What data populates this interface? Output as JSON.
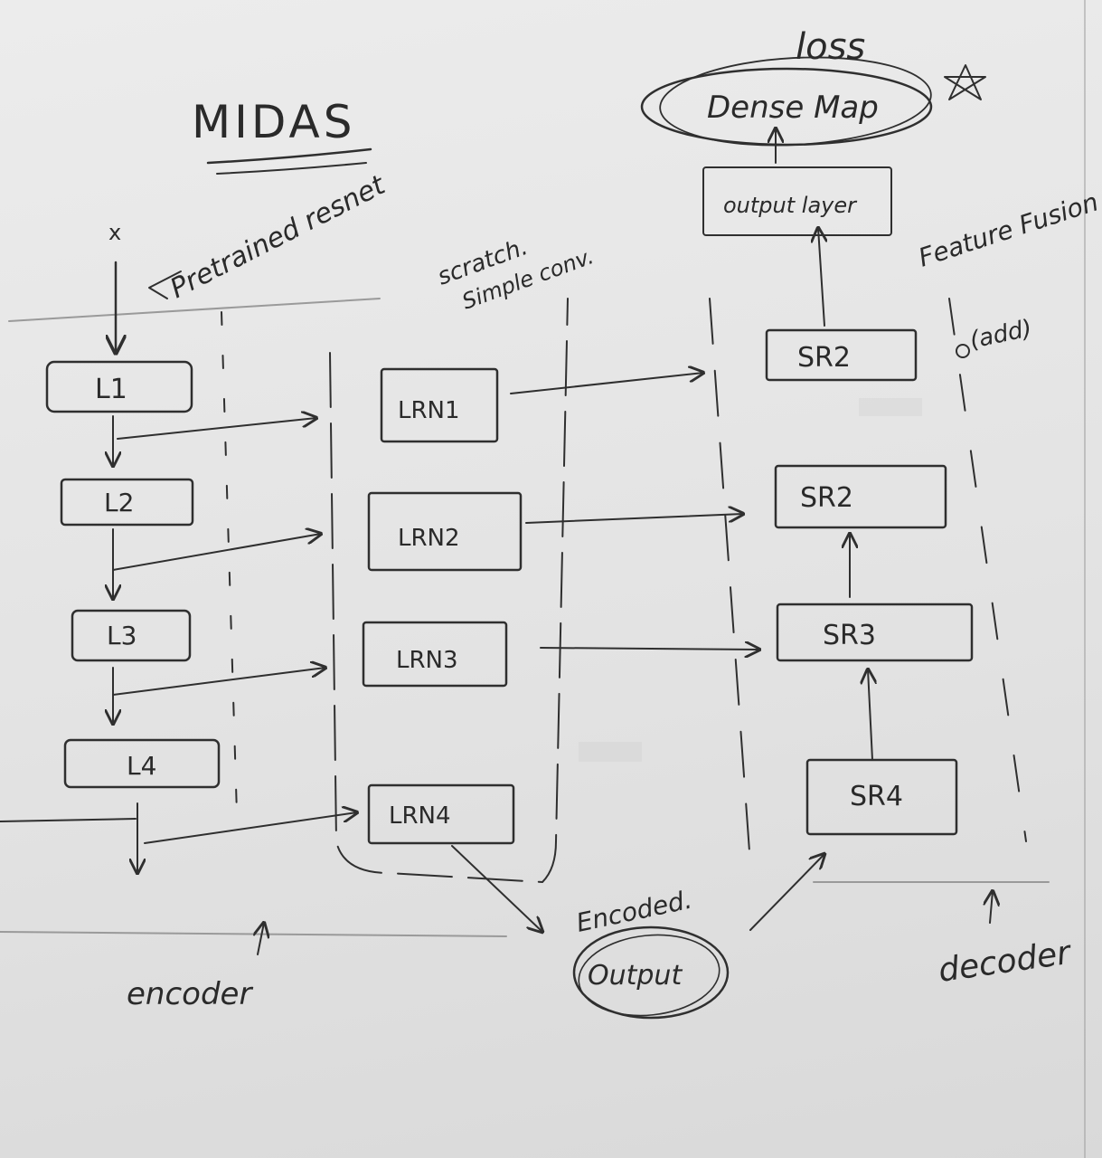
{
  "title": "MIDAS",
  "input_label": "x",
  "pretrained_label": "Pretrained resnet",
  "scratch_label": "scratch.",
  "simple_conv_label": "Simple conv.",
  "encoder_blocks": [
    "L1",
    "L2",
    "L3",
    "L4"
  ],
  "scratch_blocks": [
    "LRN1",
    "LRN2",
    "LRN3",
    "LRN4"
  ],
  "decoder_blocks": [
    "SR2",
    "SR2",
    "SR3",
    "SR4"
  ],
  "output_layer_label": "output layer",
  "dense_map_label": "Dense Map",
  "dense_map_note": "loss",
  "feature_fusion_label": "Feature Fusion",
  "add_label": "(add)",
  "encoded_label": "Encoded.",
  "output_label": "Output",
  "encoder_label": "encoder",
  "decoder_label": "decoder"
}
